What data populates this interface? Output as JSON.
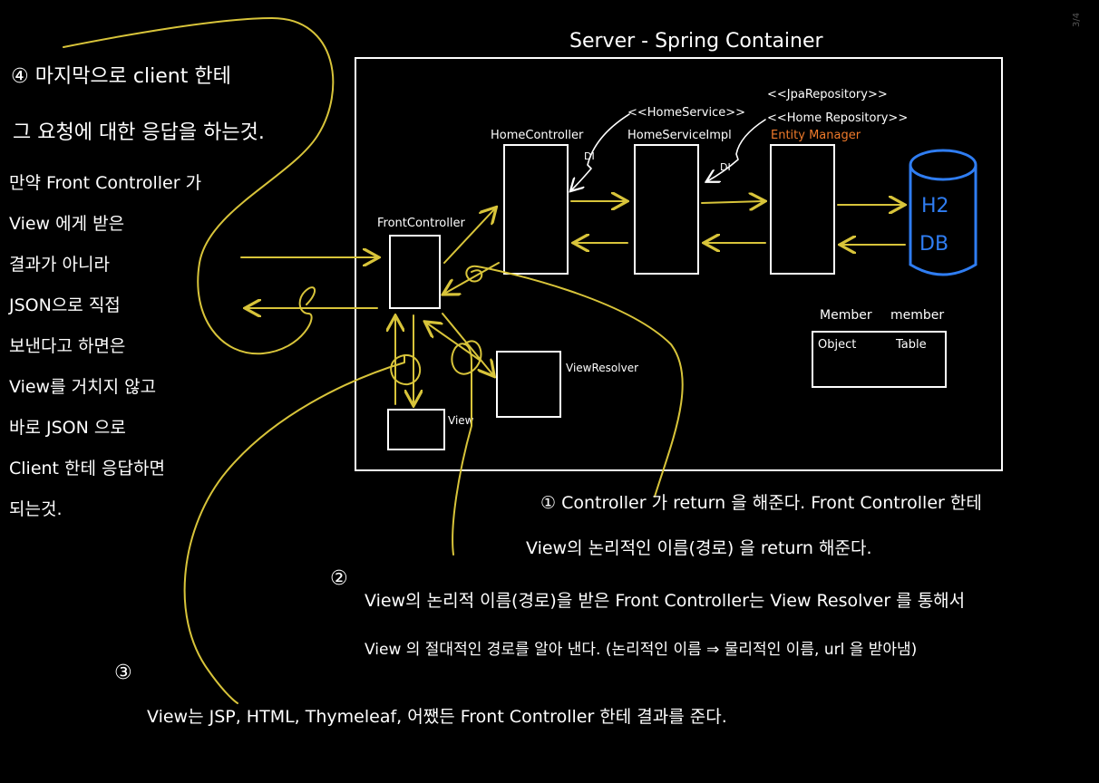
{
  "page_number": "3/4",
  "container": {
    "title": "Server - Spring Container"
  },
  "components": {
    "front_controller": "FrontController",
    "home_controller": "HomeController",
    "home_service_stereotype": "<<HomeService>>",
    "home_service_impl": "HomeServiceImpl",
    "jpa_repository_stereotype": "<<JpaRepository>>",
    "home_repository_stereotype": "<<Home Repository>>",
    "entity_manager": "Entity Manager",
    "view_resolver": "ViewResolver",
    "view": "View",
    "db_line1": "H2",
    "db_line2": "DB",
    "di_1": "DI",
    "di_2": "DI"
  },
  "mapping": {
    "member_object_header": "Member",
    "member_table_header": "member",
    "object_label": "Object",
    "table_label": "Table"
  },
  "notes": {
    "step4_line1": "④ 마지막으로 client 한테",
    "step4_line2": "그 요청에 대한 응답을 하는것.",
    "json_note": [
      "만약 Front Controller 가",
      "View 에게 받은",
      "결과가 아니라",
      "JSON으로 직접",
      "보낸다고 하면은",
      "View를 거치지 않고",
      "바로 JSON 으로",
      "Client 한테 응답하면",
      "되는것."
    ],
    "step1_line1": "① Controller 가 return 을 해준다. Front Controller 한테",
    "step1_line2": "View의 논리적인 이름(경로) 을 return 해준다.",
    "step2_marker": "②",
    "step2_line1": "View의 논리적 이름(경로)을 받은 Front Controller는 View Resolver 를 통해서",
    "step2_line2": "View 의 절대적인 경로를 알아 낸다. (논리적인 이름 ⇒ 물리적인 이름, url 을 받아냄)",
    "step3_marker": "③",
    "step3_line1": "View는 JSP, HTML, Thymeleaf, 어쨌든 Front Controller 한테 결과를 준다."
  },
  "colors": {
    "background": "#000000",
    "ink": "#ffffff",
    "flow_arrows": "#d8c43a",
    "database": "#2f7df2",
    "entity_manager": "#f07a2a"
  }
}
